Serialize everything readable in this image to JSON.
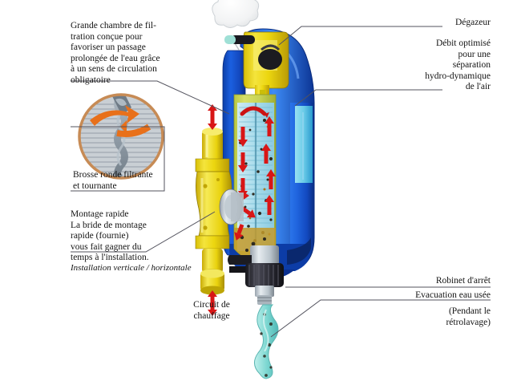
{
  "diagram": {
    "title": "Filtre magnétique / séparateur hydro-dynamique – schéma en coupe",
    "language": "fr",
    "background_color": "#ffffff"
  },
  "callouts": {
    "top_left": {
      "id": "grande-chambre-de-filtration",
      "text": "Grande chambre de fil-\ntration conçue pour\nfavoriser un passage\nprolongée de l'eau grâce\nà un sens de circulation\nobligatoire",
      "align": "left"
    },
    "brush_inset_caption": {
      "id": "brosse-ronde-filtrante",
      "text": "Brosse ronde filtrante\net tournante",
      "align": "left"
    },
    "mounting": {
      "id": "montage-rapide",
      "text": "Montage rapide\nLa bride de montage\nrapide (fournie)\nvous fait gagner du\ntemps à l'installation.",
      "align": "left"
    },
    "mounting_note": {
      "id": "installation-verticale-horizontale",
      "text": "Installation verticale / horizontale",
      "align": "left",
      "style": "italic"
    },
    "heating_circuit": {
      "id": "circuit-de-chauffage",
      "text": "Circuit de\nchauffage",
      "align": "center"
    },
    "degasser": {
      "id": "degazeur",
      "text": "Dégazeur",
      "align": "right"
    },
    "optimised_flow": {
      "id": "debit-optimise",
      "text": "Débit optimisé\npour une\nséparation\nhydro-dynamique\nde l'air",
      "align": "right"
    },
    "shutoff_valve": {
      "id": "robinet-d-arret",
      "text": "Robinet d'arrêt",
      "align": "right"
    },
    "waste_drain": {
      "id": "evacuation-eau-usee",
      "text": "Evacuation eau usée",
      "align": "right"
    },
    "waste_drain_note": {
      "id": "pendant-le-retrolavage",
      "text": "(Pendant le\nrétrolavage)",
      "align": "right"
    }
  },
  "device": {
    "name": "filtre-magnetique-coupe",
    "parts": [
      {
        "id": "air-vent-cap",
        "label": "Purgeur d'air / dégazeur",
        "color": "#e8d21c"
      },
      {
        "id": "blue-shell",
        "label": "Corps bleu",
        "color": "#1352c8"
      },
      {
        "id": "filter-chamber",
        "label": "Chambre de filtration",
        "color": "#c8d24a"
      },
      {
        "id": "filter-brush",
        "label": "Brosse filtrante",
        "color": "#b9e6ef"
      },
      {
        "id": "brass-valve",
        "label": "Vanne laiton / bride de montage rapide",
        "color": "#ead40d"
      },
      {
        "id": "drain-knob",
        "label": "Robinet d'arrêt",
        "color": "#2b2b32"
      },
      {
        "id": "waste-stream",
        "label": "Eau usée évacuée",
        "color": "#8ee0dd"
      },
      {
        "id": "steam-cloud",
        "label": "Air évacué",
        "color": "#f2f2f2"
      }
    ],
    "flow_arrows_color": "#d81616",
    "inset_arrows_color": "#e8701a"
  },
  "inset": {
    "id": "brush-photo-inset",
    "caption_ref": "brosse-ronde-filtrante",
    "ring_color": "#c78b55",
    "brush_color": "#9aa6b0"
  }
}
